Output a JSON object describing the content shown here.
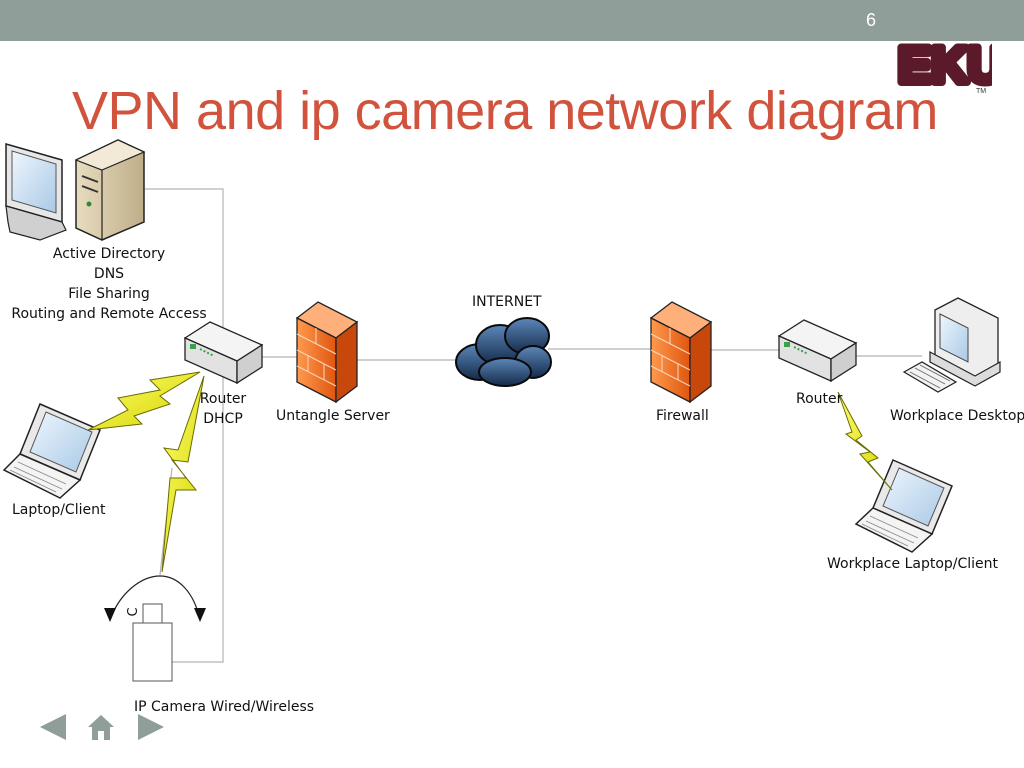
{
  "slide": {
    "number": "6",
    "title": "VPN and ip camera network diagram",
    "accent_color": "#d1533d",
    "topbar_color": "#8f9e98"
  },
  "logo": {
    "text": "EKU",
    "tm": "TM",
    "color": "#5b1a2a"
  },
  "diagram": {
    "server_label_lines": [
      "Active Directory",
      "DNS",
      "File Sharing",
      "Routing and Remote Access"
    ],
    "router_left_lines": [
      "Router",
      "DHCP"
    ],
    "untangle_label": "Untangle Server",
    "internet_label": "INTERNET",
    "firewall_label": "Firewall",
    "router_right_label": "Router",
    "workplace_desktop_label": "Workplace Desktop",
    "laptop_client_label": "Laptop/Client",
    "workplace_laptop_label": "Workplace Laptop/Client",
    "camera_label": "IP Camera Wired/Wireless",
    "camera_glyph": "C"
  },
  "nav": {
    "prev_icon": "triangle-left-icon",
    "home_icon": "home-icon",
    "next_icon": "triangle-right-icon"
  }
}
